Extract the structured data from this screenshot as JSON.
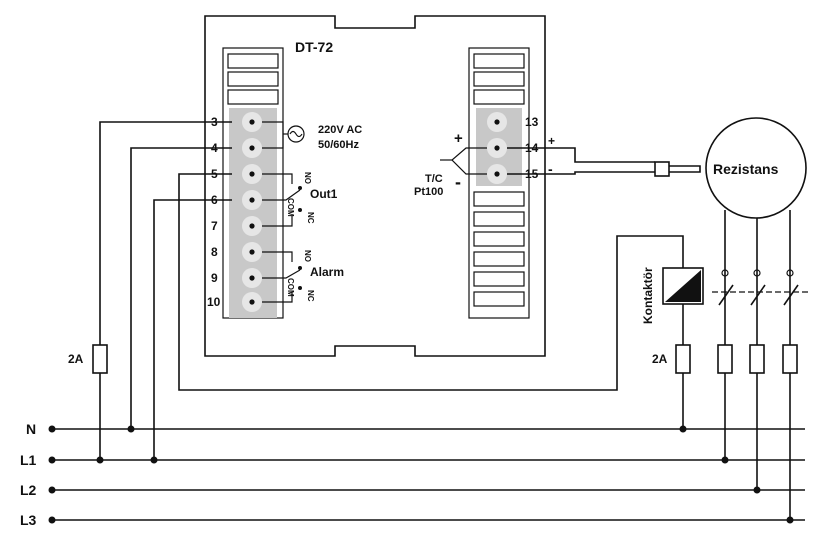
{
  "device": {
    "model": "DT-72",
    "left_terminals": [
      "3",
      "4",
      "5",
      "6",
      "7",
      "8",
      "9",
      "10"
    ],
    "right_terminals": [
      "13",
      "14",
      "15"
    ],
    "supply_label_1": "220V AC",
    "supply_label_2": "50/60Hz",
    "out1_label": "Out1",
    "alarm_label": "Alarm",
    "no_label": "NO",
    "nc_label": "NC",
    "com_label": "COM",
    "sensor_label_1": "T/C",
    "sensor_label_2": "Pt100",
    "plus_sign": "+",
    "minus_sign": "-"
  },
  "components": {
    "heater_label": "Rezistans",
    "contactor_label": "Kontaktör",
    "fuse_left_label": "2A",
    "fuse_right_label": "2A"
  },
  "mains": {
    "lines": [
      "N",
      "L1",
      "L2",
      "L3"
    ]
  }
}
